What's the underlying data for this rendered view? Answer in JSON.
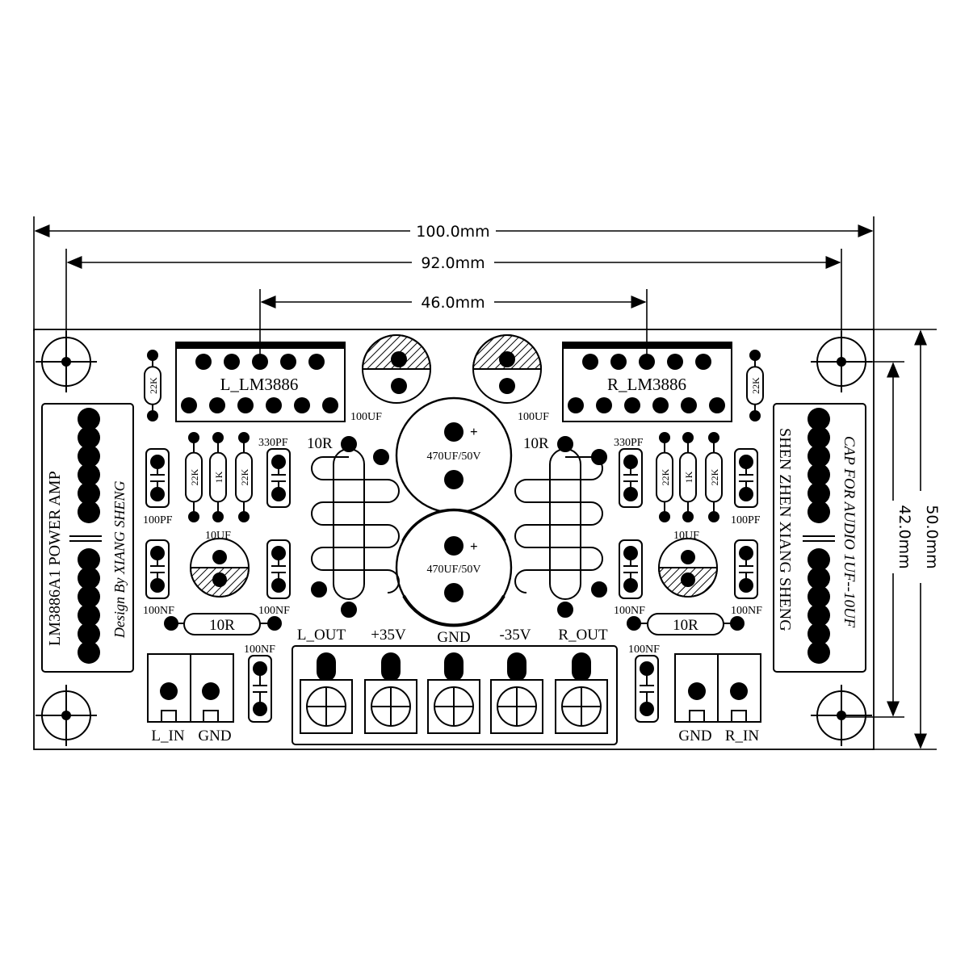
{
  "dimensions": {
    "width_total": "100.0mm",
    "width_mounting": "92.0mm",
    "width_chips": "46.0mm",
    "height_total": "50.0mm",
    "height_mounting": "42.0mm"
  },
  "chips": {
    "left": "L_LM3886",
    "right": "R_LM3886"
  },
  "capacitors": {
    "small_electrolytic": "100UF",
    "large_electrolytic": "470UF/50V",
    "input_cap": "10UF",
    "plus_sign": "+"
  },
  "resistors": {
    "r22k": "22K",
    "r1k": "1K",
    "r10": "10R"
  },
  "caps": {
    "c330p": "330PF",
    "c100p": "100PF",
    "c100n": "100NF"
  },
  "terminals": {
    "l_out": "L_OUT",
    "plus35": "+35V",
    "gnd": "GND",
    "minus35": "-35V",
    "r_out": "R_OUT",
    "l_in": "L_IN",
    "r_in": "R_IN"
  },
  "branding": {
    "left_title": "LM3886A1  POWER AMP",
    "left_credit": "Design By  XIANG SHENG",
    "right_company": "SHEN ZHEN XIANG SHENG",
    "right_note": "CAP FOR AUDIO 1UF--10UF"
  }
}
